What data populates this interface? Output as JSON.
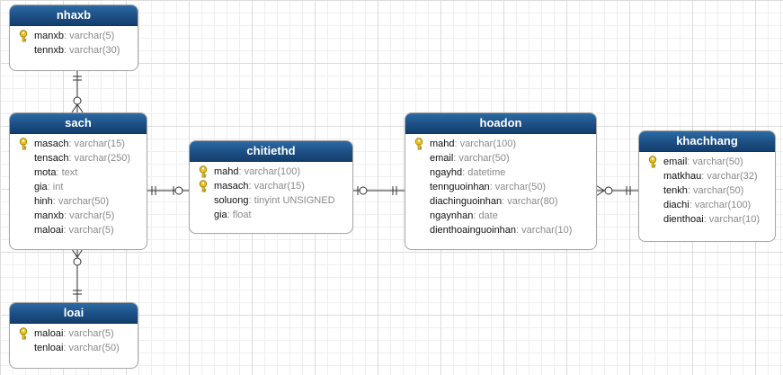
{
  "tables": {
    "nhaxb": {
      "name": "nhaxb",
      "fields": [
        {
          "name": "manxb",
          "type": ": varchar(5)",
          "pk": true
        },
        {
          "name": "tennxb",
          "type": ": varchar(30)",
          "pk": false
        }
      ]
    },
    "sach": {
      "name": "sach",
      "fields": [
        {
          "name": "masach",
          "type": ": varchar(15)",
          "pk": true
        },
        {
          "name": "tensach",
          "type": ": varchar(250)",
          "pk": false
        },
        {
          "name": "mota",
          "type": ": text",
          "pk": false
        },
        {
          "name": "gia",
          "type": ": int",
          "pk": false
        },
        {
          "name": "hinh",
          "type": ": varchar(50)",
          "pk": false
        },
        {
          "name": "manxb",
          "type": ": varchar(5)",
          "pk": false
        },
        {
          "name": "maloai",
          "type": ": varchar(5)",
          "pk": false
        }
      ]
    },
    "loai": {
      "name": "loai",
      "fields": [
        {
          "name": "maloai",
          "type": ": varchar(5)",
          "pk": true
        },
        {
          "name": "tenloai",
          "type": ": varchar(50)",
          "pk": false
        }
      ]
    },
    "chitiethd": {
      "name": "chitiethd",
      "fields": [
        {
          "name": "mahd",
          "type": ": varchar(100)",
          "pk": true
        },
        {
          "name": "masach",
          "type": ": varchar(15)",
          "pk": true
        },
        {
          "name": "soluong",
          "type": ": tinyint UNSIGNED",
          "pk": false
        },
        {
          "name": "gia",
          "type": ": float",
          "pk": false
        }
      ]
    },
    "hoadon": {
      "name": "hoadon",
      "fields": [
        {
          "name": "mahd",
          "type": ": varchar(100)",
          "pk": true
        },
        {
          "name": "email",
          "type": ": varchar(50)",
          "pk": false
        },
        {
          "name": "ngayhd",
          "type": ": datetime",
          "pk": false
        },
        {
          "name": "tennguoinhan",
          "type": ": varchar(50)",
          "pk": false
        },
        {
          "name": "diachinguoinhan",
          "type": ": varchar(80)",
          "pk": false
        },
        {
          "name": "ngaynhan",
          "type": ": date",
          "pk": false
        },
        {
          "name": "dienthoainguoinhan",
          "type": ": varchar(10)",
          "pk": false
        }
      ]
    },
    "khachhang": {
      "name": "khachhang",
      "fields": [
        {
          "name": "email",
          "type": ": varchar(50)",
          "pk": true
        },
        {
          "name": "matkhau",
          "type": ": varchar(32)",
          "pk": false
        },
        {
          "name": "tenkh",
          "type": ": varchar(50)",
          "pk": false
        },
        {
          "name": "diachi",
          "type": ": varchar(100)",
          "pk": false
        },
        {
          "name": "dienthoai",
          "type": ": varchar(10)",
          "pk": false
        }
      ]
    }
  },
  "relationships": [
    {
      "from": "nhaxb",
      "to": "sach"
    },
    {
      "from": "loai",
      "to": "sach"
    },
    {
      "from": "sach",
      "to": "chitiethd"
    },
    {
      "from": "hoadon",
      "to": "chitiethd"
    },
    {
      "from": "khachhang",
      "to": "hoadon"
    }
  ],
  "colors": {
    "header": "#1c4f85",
    "key": "#e8c21c",
    "line": "#333333"
  }
}
